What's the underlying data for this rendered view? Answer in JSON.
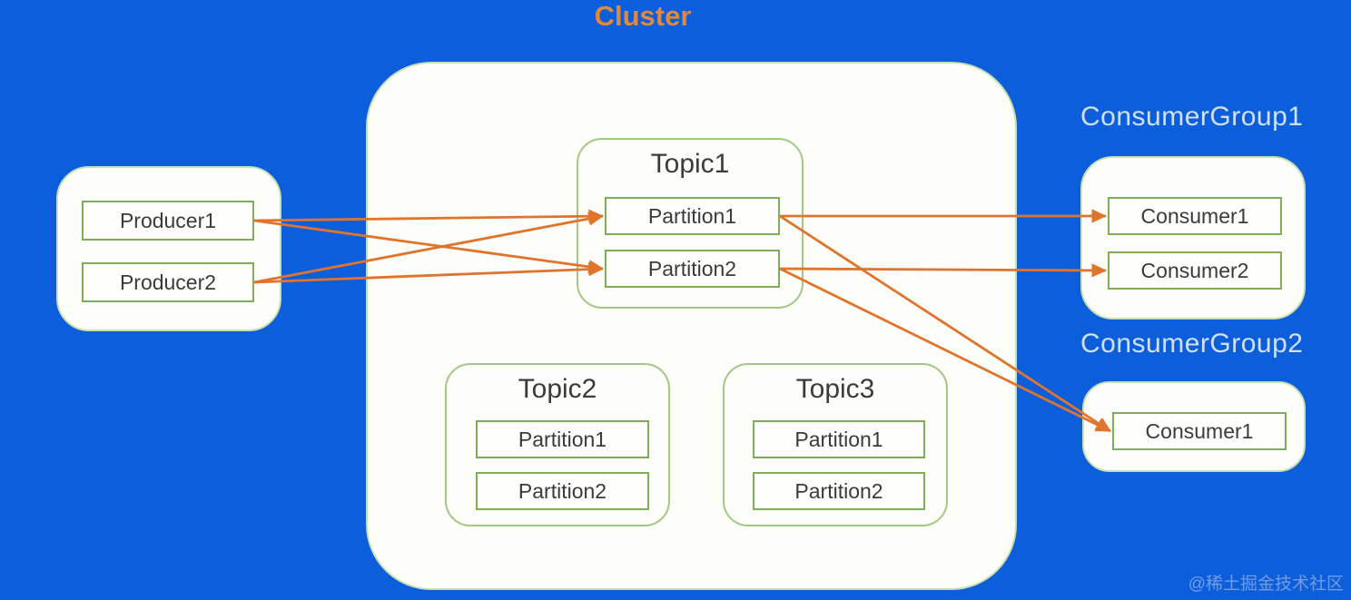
{
  "title": "Cluster",
  "watermark": "@稀土掘金技术社区",
  "colors": {
    "background": "#0c5edb",
    "box-fill": "#fdfdf9",
    "big-border": "#c8dfb4",
    "small-border": "#7fae5a",
    "topic-border": "#a2c984",
    "arrow": "#e0742c",
    "title-orange": "#e0883c",
    "cg-label": "#cfe0f8",
    "text-dark": "#3b3b3b",
    "watermark-color": "#84a9e9"
  },
  "producer_group": {
    "producers": [
      {
        "label": "Producer1"
      },
      {
        "label": "Producer2"
      }
    ]
  },
  "cluster": {
    "topics": [
      {
        "name": "Topic1",
        "partitions": [
          {
            "label": "Partition1"
          },
          {
            "label": "Partition2"
          }
        ]
      },
      {
        "name": "Topic2",
        "partitions": [
          {
            "label": "Partition1"
          },
          {
            "label": "Partition2"
          }
        ]
      },
      {
        "name": "Topic3",
        "partitions": [
          {
            "label": "Partition1"
          },
          {
            "label": "Partition2"
          }
        ]
      }
    ]
  },
  "consumer_groups": [
    {
      "name": "ConsumerGroup1",
      "consumers": [
        {
          "label": "Consumer1"
        },
        {
          "label": "Consumer2"
        }
      ]
    },
    {
      "name": "ConsumerGroup2",
      "consumers": [
        {
          "label": "Consumer1"
        }
      ]
    }
  ],
  "edges": [
    {
      "from": "producer1",
      "to": "topic1-partition1"
    },
    {
      "from": "producer1",
      "to": "topic1-partition2"
    },
    {
      "from": "producer2",
      "to": "topic1-partition1"
    },
    {
      "from": "producer2",
      "to": "topic1-partition2"
    },
    {
      "from": "topic1-partition1",
      "to": "cg1-consumer1"
    },
    {
      "from": "topic1-partition2",
      "to": "cg1-consumer2"
    },
    {
      "from": "topic1-partition1",
      "to": "cg2-consumer1"
    },
    {
      "from": "topic1-partition2",
      "to": "cg2-consumer1"
    }
  ]
}
